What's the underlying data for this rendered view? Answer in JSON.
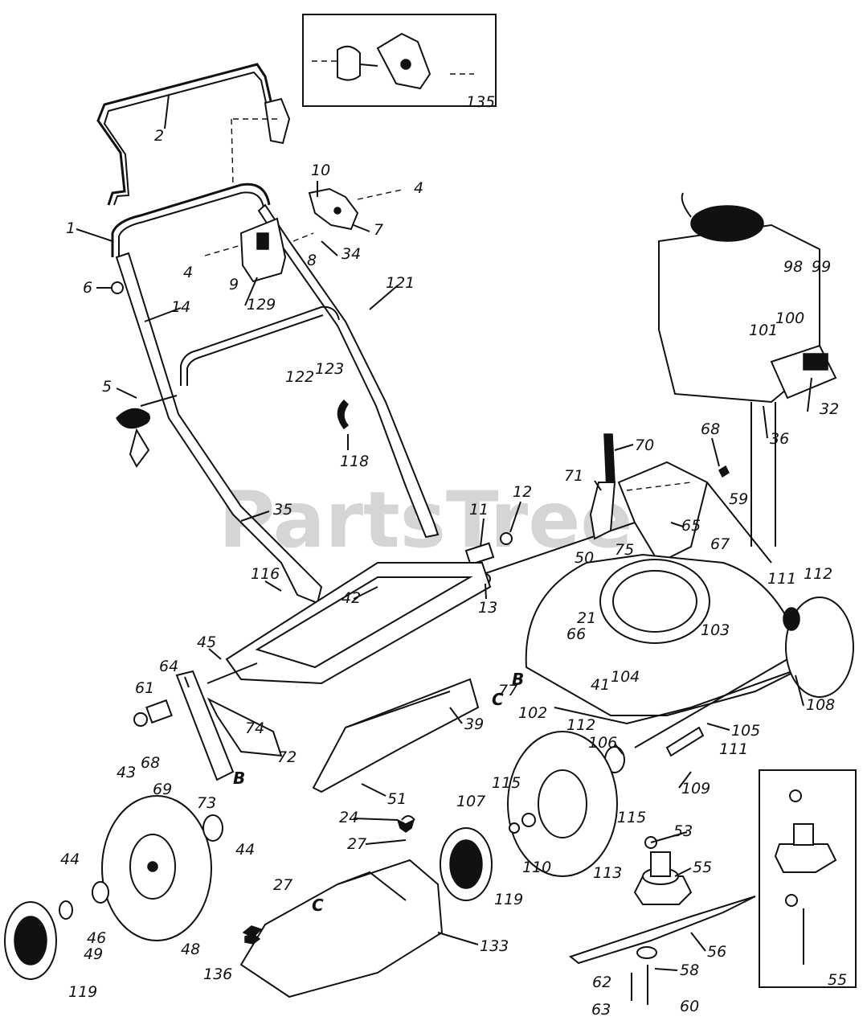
{
  "watermark": "PartsTree",
  "labels": [
    {
      "id": "1",
      "text": "1"
    },
    {
      "id": "2",
      "text": "2"
    },
    {
      "id": "4a",
      "text": "4"
    },
    {
      "id": "4b",
      "text": "4"
    },
    {
      "id": "5",
      "text": "5"
    },
    {
      "id": "6",
      "text": "6"
    },
    {
      "id": "7",
      "text": "7"
    },
    {
      "id": "8",
      "text": "8"
    },
    {
      "id": "9",
      "text": "9"
    },
    {
      "id": "10",
      "text": "10"
    },
    {
      "id": "11",
      "text": "11"
    },
    {
      "id": "12",
      "text": "12"
    },
    {
      "id": "13",
      "text": "13"
    },
    {
      "id": "14",
      "text": "14"
    },
    {
      "id": "21",
      "text": "21"
    },
    {
      "id": "24",
      "text": "24"
    },
    {
      "id": "27a",
      "text": "27"
    },
    {
      "id": "27b",
      "text": "27"
    },
    {
      "id": "32",
      "text": "32"
    },
    {
      "id": "34",
      "text": "34"
    },
    {
      "id": "35",
      "text": "35"
    },
    {
      "id": "36",
      "text": "36"
    },
    {
      "id": "39",
      "text": "39"
    },
    {
      "id": "41",
      "text": "41"
    },
    {
      "id": "42",
      "text": "42"
    },
    {
      "id": "43",
      "text": "43"
    },
    {
      "id": "44a",
      "text": "44"
    },
    {
      "id": "44b",
      "text": "44"
    },
    {
      "id": "45",
      "text": "45"
    },
    {
      "id": "46",
      "text": "46"
    },
    {
      "id": "48",
      "text": "48"
    },
    {
      "id": "49",
      "text": "49"
    },
    {
      "id": "50",
      "text": "50"
    },
    {
      "id": "51",
      "text": "51"
    },
    {
      "id": "53",
      "text": "53"
    },
    {
      "id": "55a",
      "text": "55"
    },
    {
      "id": "55b",
      "text": "55"
    },
    {
      "id": "56",
      "text": "56"
    },
    {
      "id": "58",
      "text": "58"
    },
    {
      "id": "59",
      "text": "59"
    },
    {
      "id": "60",
      "text": "60"
    },
    {
      "id": "61",
      "text": "61"
    },
    {
      "id": "62",
      "text": "62"
    },
    {
      "id": "63",
      "text": "63"
    },
    {
      "id": "64",
      "text": "64"
    },
    {
      "id": "65",
      "text": "65"
    },
    {
      "id": "66",
      "text": "66"
    },
    {
      "id": "67",
      "text": "67"
    },
    {
      "id": "68a",
      "text": "68"
    },
    {
      "id": "68b",
      "text": "68"
    },
    {
      "id": "69",
      "text": "69"
    },
    {
      "id": "70",
      "text": "70"
    },
    {
      "id": "71",
      "text": "71"
    },
    {
      "id": "72",
      "text": "72"
    },
    {
      "id": "73",
      "text": "73"
    },
    {
      "id": "74",
      "text": "74"
    },
    {
      "id": "75",
      "text": "75"
    },
    {
      "id": "77",
      "text": "77"
    },
    {
      "id": "98",
      "text": "98"
    },
    {
      "id": "99",
      "text": "99"
    },
    {
      "id": "100",
      "text": "100"
    },
    {
      "id": "101",
      "text": "101"
    },
    {
      "id": "102",
      "text": "102"
    },
    {
      "id": "103",
      "text": "103"
    },
    {
      "id": "104",
      "text": "104"
    },
    {
      "id": "105",
      "text": "105"
    },
    {
      "id": "106",
      "text": "106"
    },
    {
      "id": "107",
      "text": "107"
    },
    {
      "id": "108",
      "text": "108"
    },
    {
      "id": "109",
      "text": "109"
    },
    {
      "id": "110",
      "text": "110"
    },
    {
      "id": "111a",
      "text": "111"
    },
    {
      "id": "111b",
      "text": "111"
    },
    {
      "id": "112a",
      "text": "112"
    },
    {
      "id": "112b",
      "text": "112"
    },
    {
      "id": "113",
      "text": "113"
    },
    {
      "id": "115a",
      "text": "115"
    },
    {
      "id": "115b",
      "text": "115"
    },
    {
      "id": "116",
      "text": "116"
    },
    {
      "id": "118",
      "text": "118"
    },
    {
      "id": "119a",
      "text": "119"
    },
    {
      "id": "119b",
      "text": "119"
    },
    {
      "id": "121",
      "text": "121"
    },
    {
      "id": "122",
      "text": "122"
    },
    {
      "id": "123",
      "text": "123"
    },
    {
      "id": "129",
      "text": "129"
    },
    {
      "id": "133",
      "text": "133"
    },
    {
      "id": "135",
      "text": "135"
    },
    {
      "id": "136",
      "text": "136"
    },
    {
      "id": "B1",
      "text": "B"
    },
    {
      "id": "B2",
      "text": "B"
    },
    {
      "id": "C1",
      "text": "C"
    },
    {
      "id": "C2",
      "text": "C"
    }
  ]
}
